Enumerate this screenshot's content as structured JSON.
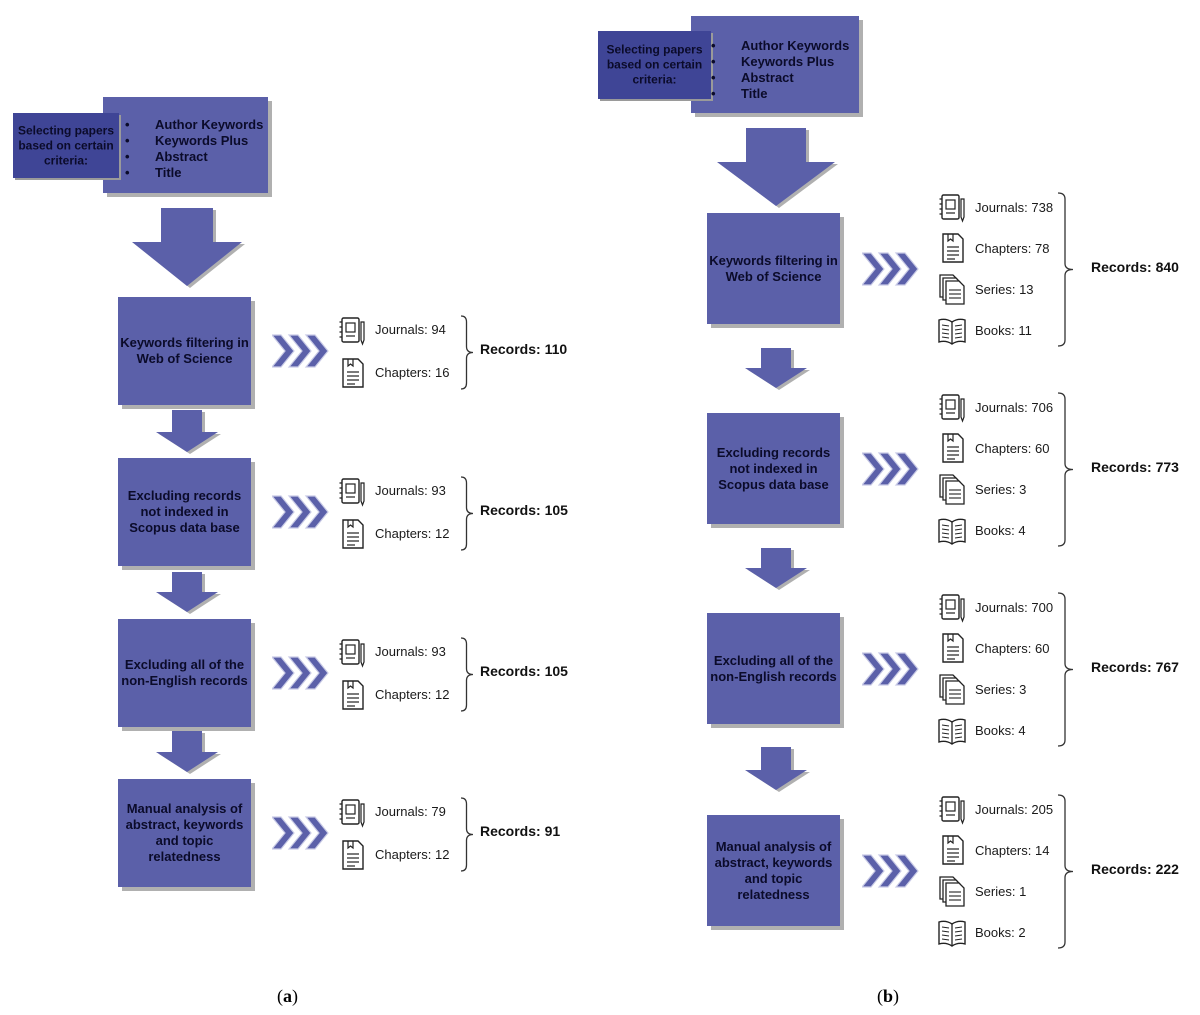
{
  "panels": [
    {
      "caption_open": "(",
      "caption_letter": "a",
      "caption_close": ")",
      "criteria": {
        "label": "Selecting papers based on certain criteria:",
        "items": [
          "Author Keywords",
          "Keywords Plus",
          "Abstract",
          "Title"
        ]
      },
      "steps": [
        {
          "label": "Keywords filtering in Web of Science",
          "records": "Records: 110",
          "items": [
            {
              "icon": "journal-icon",
              "text": "Journals: 94"
            },
            {
              "icon": "chapter-icon",
              "text": "Chapters: 16"
            }
          ]
        },
        {
          "label": "Excluding records not indexed in Scopus data base",
          "records": "Records: 105",
          "items": [
            {
              "icon": "journal-icon",
              "text": "Journals: 93"
            },
            {
              "icon": "chapter-icon",
              "text": "Chapters: 12"
            }
          ]
        },
        {
          "label": "Excluding all of the non-English records",
          "records": "Records: 105",
          "items": [
            {
              "icon": "journal-icon",
              "text": "Journals: 93"
            },
            {
              "icon": "chapter-icon",
              "text": "Chapters: 12"
            }
          ]
        },
        {
          "label": "Manual analysis of abstract, keywords and topic relatedness",
          "records": "Records: 91",
          "items": [
            {
              "icon": "journal-icon",
              "text": "Journals: 79"
            },
            {
              "icon": "chapter-icon",
              "text": "Chapters: 12"
            }
          ]
        }
      ]
    },
    {
      "caption_open": "(",
      "caption_letter": "b",
      "caption_close": ")",
      "criteria": {
        "label": "Selecting papers based on certain criteria:",
        "items": [
          "Author Keywords",
          "Keywords Plus",
          "Abstract",
          "Title"
        ]
      },
      "steps": [
        {
          "label": "Keywords filtering in Web of Science",
          "records": "Records: 840",
          "items": [
            {
              "icon": "journal-icon",
              "text": "Journals: 738"
            },
            {
              "icon": "chapter-icon",
              "text": "Chapters: 78"
            },
            {
              "icon": "series-icon",
              "text": "Series: 13"
            },
            {
              "icon": "book-icon",
              "text": "Books: 11"
            }
          ]
        },
        {
          "label": "Excluding records not indexed in Scopus data base",
          "records": "Records: 773",
          "items": [
            {
              "icon": "journal-icon",
              "text": "Journals: 706"
            },
            {
              "icon": "chapter-icon",
              "text": "Chapters: 60"
            },
            {
              "icon": "series-icon",
              "text": "Series: 3"
            },
            {
              "icon": "book-icon",
              "text": "Books: 4"
            }
          ]
        },
        {
          "label": "Excluding all of the non-English records",
          "records": "Records: 767",
          "items": [
            {
              "icon": "journal-icon",
              "text": "Journals: 700"
            },
            {
              "icon": "chapter-icon",
              "text": "Chapters: 60"
            },
            {
              "icon": "series-icon",
              "text": "Series: 3"
            },
            {
              "icon": "book-icon",
              "text": "Books: 4"
            }
          ]
        },
        {
          "label": "Manual analysis of abstract, keywords and topic relatedness",
          "records": "Records: 222",
          "items": [
            {
              "icon": "journal-icon",
              "text": "Journals: 205"
            },
            {
              "icon": "chapter-icon",
              "text": "Chapters: 14"
            },
            {
              "icon": "series-icon",
              "text": "Series: 1"
            },
            {
              "icon": "book-icon",
              "text": "Books: 2"
            }
          ]
        }
      ]
    }
  ],
  "colors": {
    "box": "#5b60a9",
    "box_dark": "#3f4596",
    "arrow": "#5b60a9",
    "shadow": "#b0b0b0"
  }
}
